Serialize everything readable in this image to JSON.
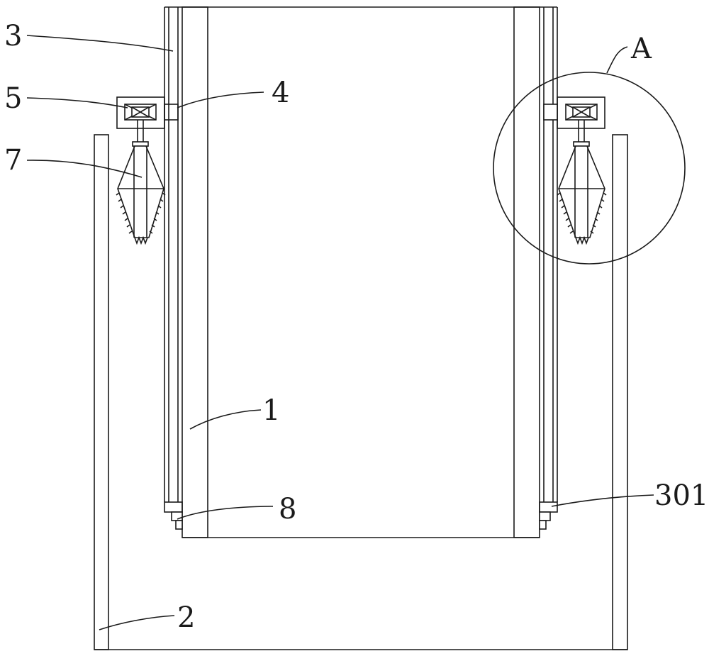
{
  "labels": {
    "l3": "3",
    "l5": "5",
    "l7": "7",
    "l4": "4",
    "lA": "A",
    "l1": "1",
    "l8": "8",
    "l301": "301",
    "l2": "2"
  },
  "colors": {
    "line": "#1a1a1a",
    "background": "#ffffff"
  }
}
